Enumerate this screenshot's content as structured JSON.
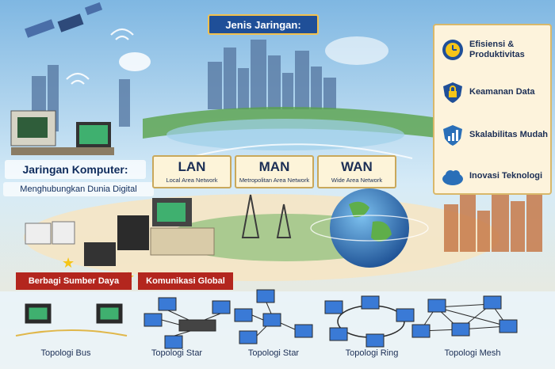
{
  "header": {
    "title": "Jenis Jaringan:"
  },
  "intro": {
    "title": "Jaringan Komputer:",
    "subtitle": "Menghubungkan Dunia Digital"
  },
  "network_types": [
    {
      "abbr": "LAN",
      "full": "Local Area Network"
    },
    {
      "abbr": "MAN",
      "full": "Metropolitan Area Network"
    },
    {
      "abbr": "WAN",
      "full": "Wide Area Network"
    }
  ],
  "benefits": [
    {
      "label": "Efisiensi & Produktivitas",
      "icon": "clock-icon"
    },
    {
      "label": "Keamanan Data",
      "icon": "shield-lock-icon"
    },
    {
      "label": "Skalabilitas Mudah",
      "icon": "scalability-icon"
    },
    {
      "label": "Inovasi Teknologi",
      "icon": "cloud-icon"
    }
  ],
  "banners": [
    {
      "label": "Berbagi Sumber Daya"
    },
    {
      "label": "Komunikasi Global"
    }
  ],
  "topologies": [
    {
      "label": "Topologi Bus"
    },
    {
      "label": "Topologi Star"
    },
    {
      "label": "Topologi Star"
    },
    {
      "label": "Topologi Ring"
    },
    {
      "label": "Topologi Mesh"
    }
  ],
  "colors": {
    "title_bg": "#1f4f98",
    "banner_red": "#b3261e",
    "panel_bg": "#fdf3dc",
    "sky": "#cfe6f5",
    "globe_blue": "#2a6fb8"
  }
}
